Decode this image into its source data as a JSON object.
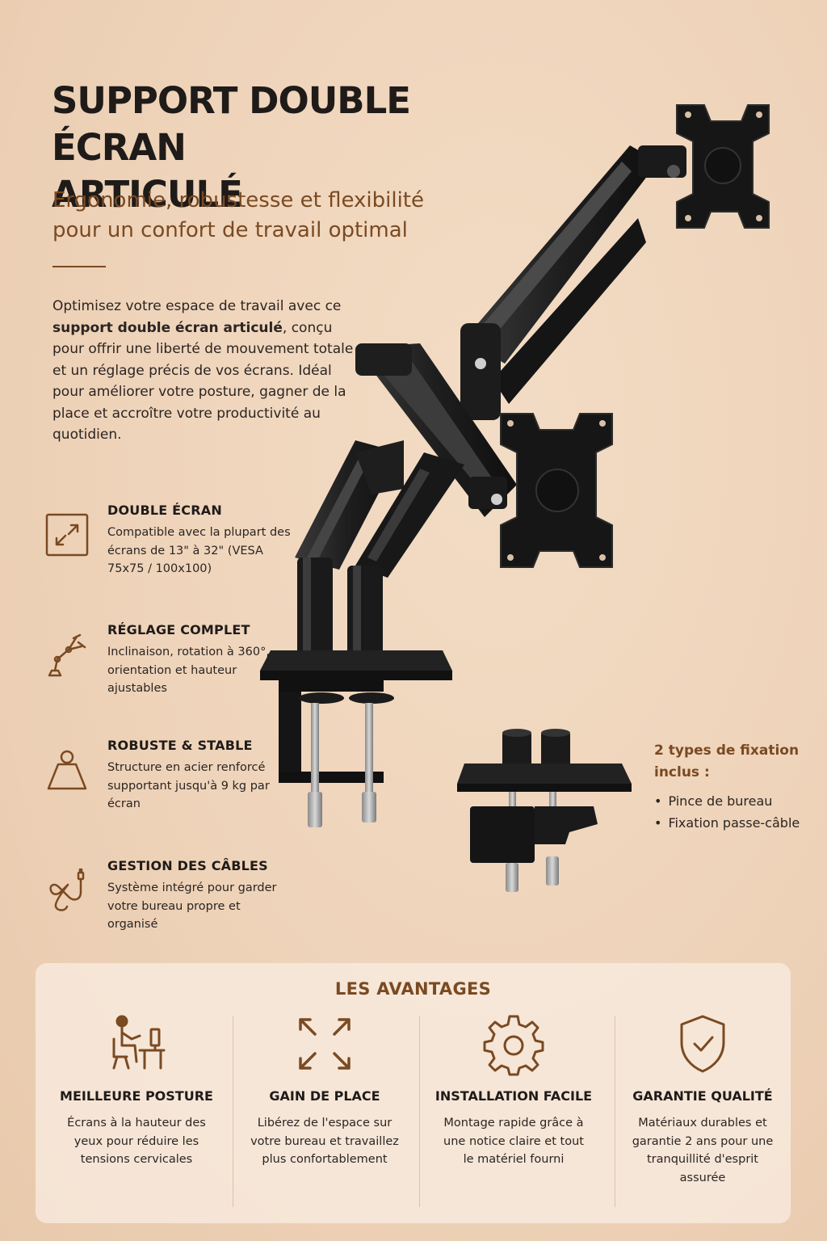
{
  "header": {
    "title_line1": "SUPPORT DOUBLE ÉCRAN",
    "title_line2": "ARTICULÉ",
    "subtitle_line1": "Ergonomie, robustesse et flexibilité",
    "subtitle_line2": "pour un confort de travail optimal"
  },
  "intro": {
    "before_bold": "Optimisez votre espace de travail avec ce ",
    "bold": "support double écran articulé",
    "after_bold": ", conçu pour offrir une liberté de mouvement totale et un réglage précis de vos écrans. Idéal pour améliorer votre posture, gagner de la place et accroître votre productivité au quotidien."
  },
  "features": [
    {
      "icon": "expand-diagonal-icon",
      "title": "DOUBLE ÉCRAN",
      "desc": "Compatible avec la plupart des écrans de 13\" à 32\" (VESA 75x75 / 100x100)"
    },
    {
      "icon": "articulated-arm-icon",
      "title": "RÉGLAGE COMPLET",
      "desc": "Inclinaison, rotation à 360°, orientation et hauteur ajustables"
    },
    {
      "icon": "weight-icon",
      "title": "ROBUSTE & STABLE",
      "desc": "Structure en acier renforcé supportant jusqu'à 9 kg par écran"
    },
    {
      "icon": "cable-icon",
      "title": "GESTION DES CÂBLES",
      "desc": "Système intégré pour garder votre bureau propre et organisé"
    }
  ],
  "fixation": {
    "heading": "2 types de fixation inclus :",
    "items": [
      "Pince de bureau",
      "Fixation passe-câble"
    ]
  },
  "advantages": {
    "title": "LES AVANTAGES",
    "items": [
      {
        "icon": "person-at-desk-icon",
        "title": "MEILLEURE POSTURE",
        "desc": "Écrans à la hauteur des yeux pour réduire les tensions cervicales"
      },
      {
        "icon": "expand-arrows-icon",
        "title": "GAIN DE PLACE",
        "desc": "Libérez de l'espace sur votre bureau et travaillez plus confortablement"
      },
      {
        "icon": "gear-icon",
        "title": "INSTALLATION FACILE",
        "desc": "Montage rapide grâce à une notice claire et tout le matériel fourni"
      },
      {
        "icon": "shield-check-icon",
        "title": "GARANTIE QUALITÉ",
        "desc": "Matériaux durables et garantie 2 ans pour une tranquillité d'esprit assurée"
      }
    ]
  },
  "colors": {
    "accent": "#7a4a22",
    "background": "#eed3b9",
    "text": "#2b2522",
    "product": "#1b1b1b"
  }
}
